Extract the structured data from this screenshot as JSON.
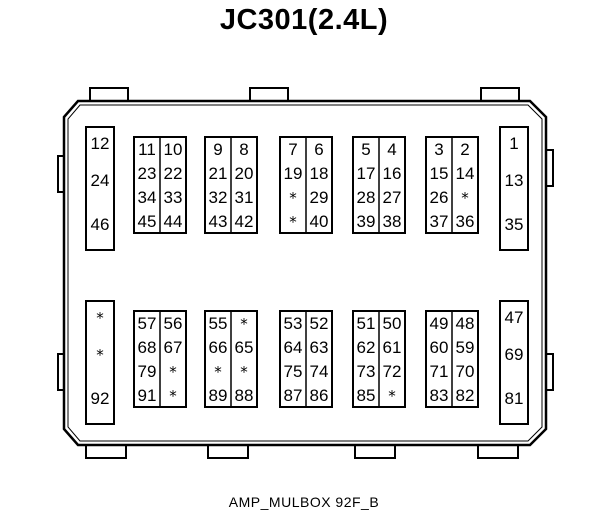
{
  "title": "JC301(2.4L)",
  "caption": "AMP_MULBOX 92F_B",
  "connector": {
    "top_blocks": [
      {
        "name": "pins-12-46",
        "rows": [
          [
            "12"
          ],
          [
            "24"
          ],
          [
            "46"
          ]
        ]
      },
      {
        "name": "pins-11-44",
        "rows": [
          [
            "11",
            "10"
          ],
          [
            "23",
            "22"
          ],
          [
            "34",
            "33"
          ],
          [
            "45",
            "44"
          ]
        ]
      },
      {
        "name": "pins-9-42",
        "rows": [
          [
            "9",
            "8"
          ],
          [
            "21",
            "20"
          ],
          [
            "32",
            "31"
          ],
          [
            "43",
            "42"
          ]
        ]
      },
      {
        "name": "pins-7-40",
        "rows": [
          [
            "7",
            "6"
          ],
          [
            "19",
            "18"
          ],
          [
            "*",
            "29"
          ],
          [
            "*",
            "40"
          ]
        ]
      },
      {
        "name": "pins-5-38",
        "rows": [
          [
            "5",
            "4"
          ],
          [
            "17",
            "16"
          ],
          [
            "28",
            "27"
          ],
          [
            "39",
            "38"
          ]
        ]
      },
      {
        "name": "pins-3-36",
        "rows": [
          [
            "3",
            "2"
          ],
          [
            "15",
            "14"
          ],
          [
            "26",
            "*"
          ],
          [
            "37",
            "36"
          ]
        ]
      },
      {
        "name": "pins-1-35",
        "rows": [
          [
            "1"
          ],
          [
            "13"
          ],
          [
            "35"
          ]
        ]
      }
    ],
    "bottom_blocks": [
      {
        "name": "pins-star-92",
        "rows": [
          [
            "*"
          ],
          [
            "*"
          ],
          [
            "92"
          ]
        ]
      },
      {
        "name": "pins-57-91",
        "rows": [
          [
            "57",
            "56"
          ],
          [
            "68",
            "67"
          ],
          [
            "79",
            "*"
          ],
          [
            "91",
            "*"
          ]
        ]
      },
      {
        "name": "pins-55-88",
        "rows": [
          [
            "55",
            "*"
          ],
          [
            "66",
            "65"
          ],
          [
            "*",
            "*"
          ],
          [
            "89",
            "88"
          ]
        ]
      },
      {
        "name": "pins-53-86",
        "rows": [
          [
            "53",
            "52"
          ],
          [
            "64",
            "63"
          ],
          [
            "75",
            "74"
          ],
          [
            "87",
            "86"
          ]
        ]
      },
      {
        "name": "pins-51-85",
        "rows": [
          [
            "51",
            "50"
          ],
          [
            "62",
            "61"
          ],
          [
            "73",
            "72"
          ],
          [
            "85",
            "*"
          ]
        ]
      },
      {
        "name": "pins-49-82",
        "rows": [
          [
            "49",
            "48"
          ],
          [
            "60",
            "59"
          ],
          [
            "71",
            "70"
          ],
          [
            "83",
            "82"
          ]
        ]
      },
      {
        "name": "pins-47-81",
        "rows": [
          [
            "47"
          ],
          [
            "69"
          ],
          [
            "81"
          ]
        ]
      }
    ]
  }
}
